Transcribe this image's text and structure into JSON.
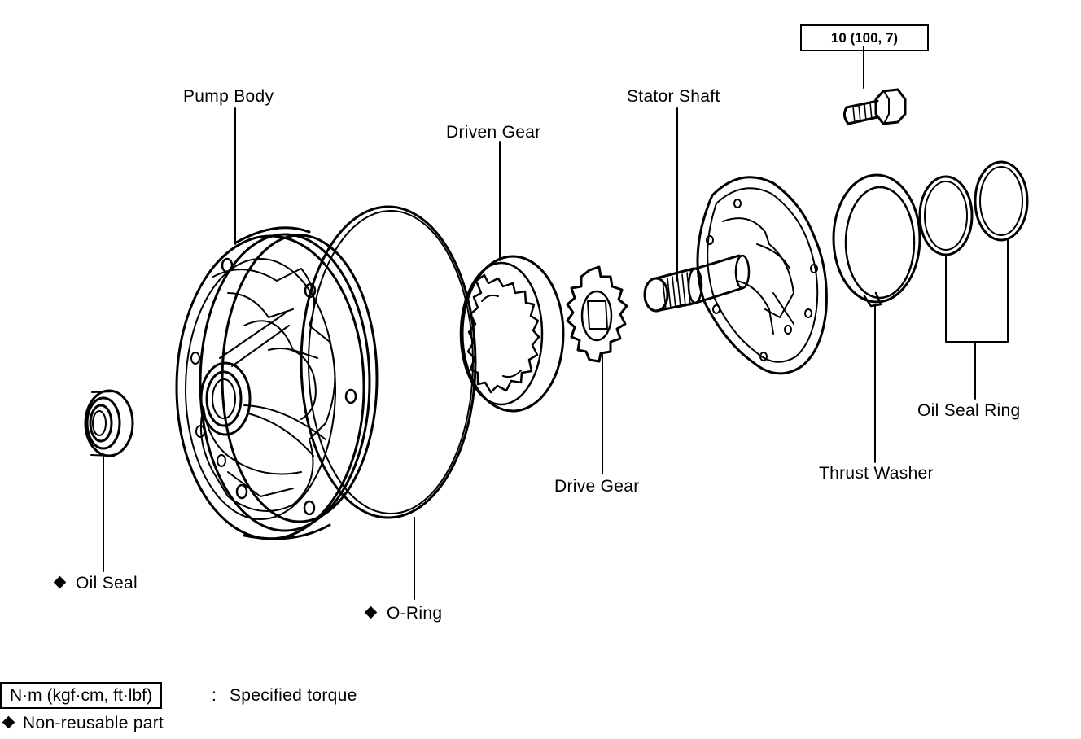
{
  "labels": {
    "pump_body": "Pump Body",
    "driven_gear": "Driven Gear",
    "stator_shaft": "Stator Shaft",
    "torque_value": "10 (100, 7)",
    "thrust_washer": "Thrust Washer",
    "oil_seal_ring": "Oil Seal Ring",
    "drive_gear": "Drive Gear",
    "oil_seal": "Oil Seal",
    "o_ring": "O-Ring"
  },
  "legend": {
    "torque_units": "N·m (kgf·cm, ft·lbf)",
    "torque_sep": ":",
    "torque_desc": "Specified torque",
    "nonreusable_desc": "Non-reusable part"
  },
  "colors": {
    "ink": "#000000",
    "paper": "#ffffff"
  }
}
